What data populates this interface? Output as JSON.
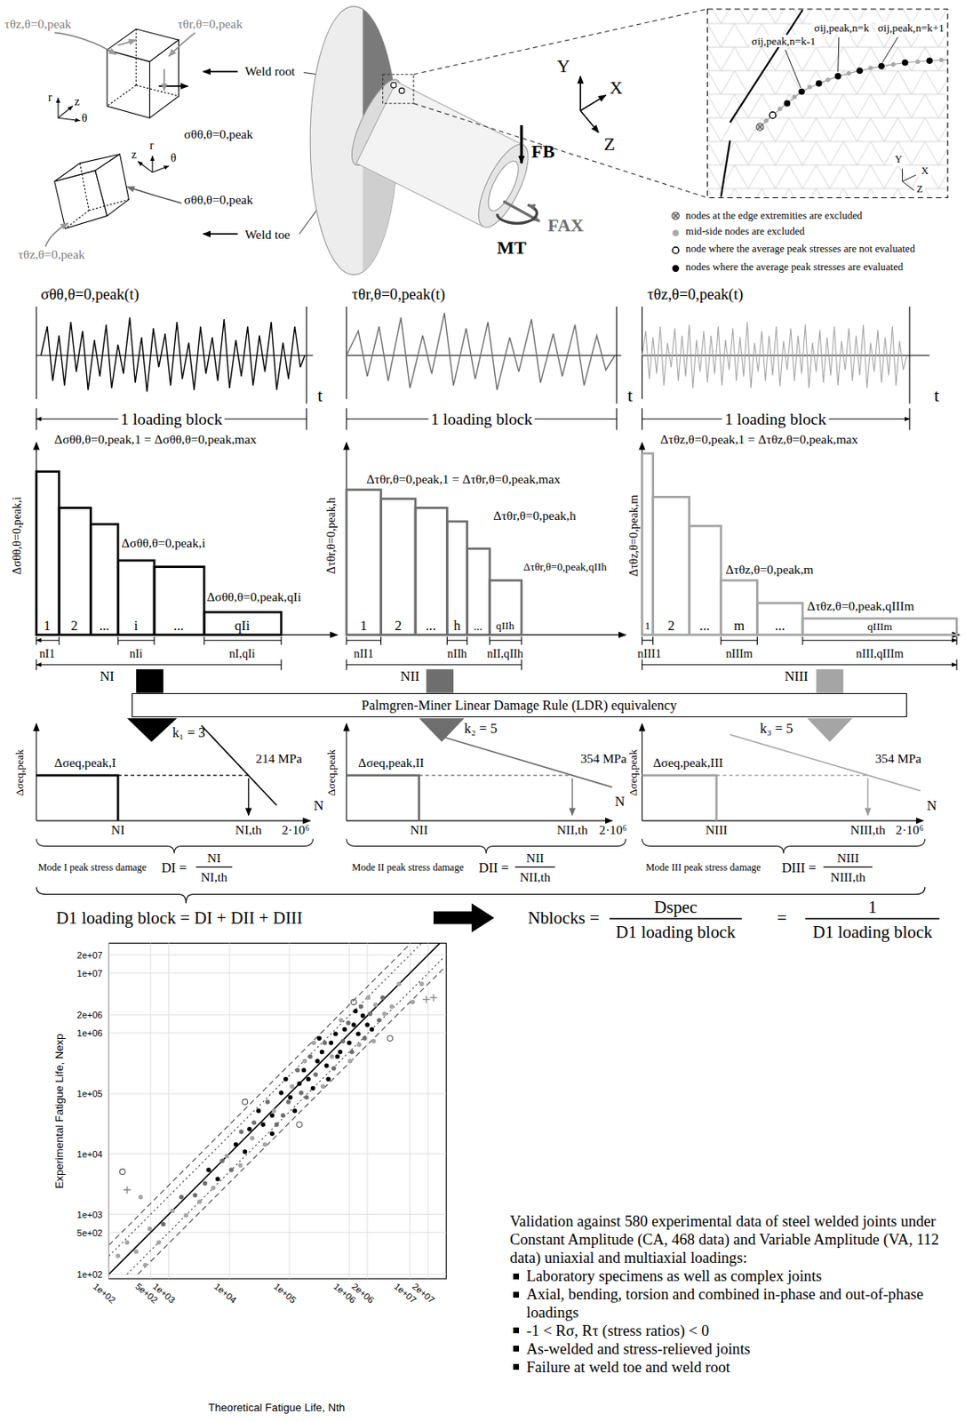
{
  "diagram": {
    "nodes": [
      {
        "text": [
          "Palmgren-Miner Linear Damage Rule (LDR) equivalency"
        ]
      }
    ],
    "labels": [
      "τθz,θ=0,peak",
      "τθr,θ=0,peak",
      "r",
      "z",
      "θ",
      "σθθ,θ=0,peak",
      "Weld root",
      "z",
      "r",
      "θ",
      "σθθ,θ=0,peak",
      "τθz,θ=0,peak",
      "Weld toe",
      "FB",
      "FAX",
      "MT",
      "Y",
      "X",
      "Z",
      "σij,peak,n=k-1",
      "σij,peak,n=k",
      "σij,peak,n=k+1",
      "Y",
      "X",
      "Z",
      "σθθ,θ=0,peak(t)",
      "t",
      "1 loading block",
      "τθr,θ=0,peak(t)",
      "t",
      "1 loading block",
      "τθz,θ=0,peak(t)",
      "t",
      "1 loading block",
      "Δσθθ,θ=0,peak,i",
      "Δσθθ,θ=0,peak,1 = Δσθθ,θ=0,peak,max",
      "Δσθθ,θ=0,peak,i",
      "Δσθθ,θ=0,peak,qIi",
      "1",
      "2",
      "...",
      "i",
      "...",
      "qIi",
      "nI1",
      "nIi",
      "nI,qIi",
      "NI",
      "Δτθr,θ=0,peak,h",
      "Δτθr,θ=0,peak,1 = Δτθr,θ=0,peak,max",
      "Δτθr,θ=0,peak,h",
      "Δτθr,θ=0,peak,qIIh",
      "1",
      "2",
      "...",
      "h",
      "...",
      "qIIh",
      "nII1",
      "nIIh",
      "nII,qIIh",
      "NII",
      "Δτθz,θ=0,peak,m",
      "Δτθz,θ=0,peak,1 = Δτθz,θ=0,peak,max",
      "Δτθz,θ=0,peak,m",
      "Δτθz,θ=0,peak,qIIIm",
      "1",
      "2",
      "...",
      "m",
      "...",
      "qIIIm",
      "nIII1",
      "nIIIm",
      "nIII,qIIIm",
      "NIII",
      "Δσeq,peak",
      "Δσeq,peak,I",
      "k₁ = 3",
      "214 MPa",
      "NI",
      "NI,th",
      "N",
      "2·10⁶",
      "Δσeq,peak",
      "Δσeq,peak,II",
      "k₂ = 5",
      "354 MPa",
      "NII",
      "NII,th",
      "N",
      "2·10⁶",
      "Δσeq,peak",
      "Δσeq,peak,III",
      "k₃ = 5",
      "354 MPa",
      "NIII",
      "NIII,th",
      "N",
      "2·10⁶",
      "Mode I peak stress damage",
      "DI =",
      "NI",
      "NI,th",
      "Mode II peak stress damage",
      "DII =",
      "NII",
      "NII,th",
      "Mode III peak stress damage",
      "DIII =",
      "NIII",
      "NIII,th",
      "D1 loading block = DI + DII + DIII",
      "Nblocks =",
      "Dspec",
      "D1 loading block",
      "=",
      "1",
      "D1 loading block",
      "Experimental Fatigue Life, Nexp",
      "Theoretical Fatigue Life, Nth",
      "2e+07",
      "1e+07",
      "2e+06",
      "1e+06",
      "1e+05",
      "1e+04",
      "1e+03",
      "5e+02",
      "1e+02",
      "1e+02",
      "5e+02",
      "1e+03",
      "1e+04",
      "1e+05",
      "1e+06",
      "2e+06",
      "1e+07",
      "2e+07",
      "Validation against 580 experimental data of steel welded joints under Constant Amplitude (CA, 468 data) and Variable Amplitude (VA, 112 data) uniaxial and multiaxial loadings:",
      "Laboratory specimens as well as complex joints",
      "Axial, bending, torsion and combined in-phase and out-of-phase loadings",
      "-1 < Rσ, Rτ (stress ratios) < 0",
      "As-welded and stress-relieved joints",
      "Failure at weld toe and weld root"
    ],
    "legend": [
      {
        "text": "nodes at the edge extremities are excluded"
      },
      {
        "text": "mid-side nodes are excluded"
      },
      {
        "text": "node where the average peak stresses are not evaluated"
      },
      {
        "text": "nodes where the average peak stresses are evaluated"
      }
    ]
  }
}
